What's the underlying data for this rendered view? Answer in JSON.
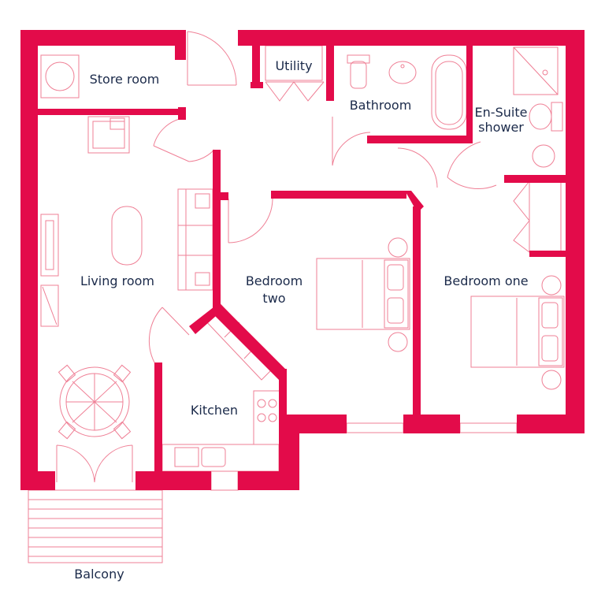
{
  "colors": {
    "wall": "#e30b4a",
    "fixture": "#ef7f95",
    "label": "#1b2a4a",
    "background": "#ffffff"
  },
  "rooms": {
    "store_room": "Store room",
    "utility": "Utility",
    "bathroom": "Bathroom",
    "ensuite_line1": "En-Suite",
    "ensuite_line2": "shower",
    "living_room": "Living room",
    "bedroom_two_line1": "Bedroom",
    "bedroom_two_line2": "two",
    "bedroom_one": "Bedroom one",
    "kitchen": "Kitchen",
    "balcony": "Balcony"
  }
}
